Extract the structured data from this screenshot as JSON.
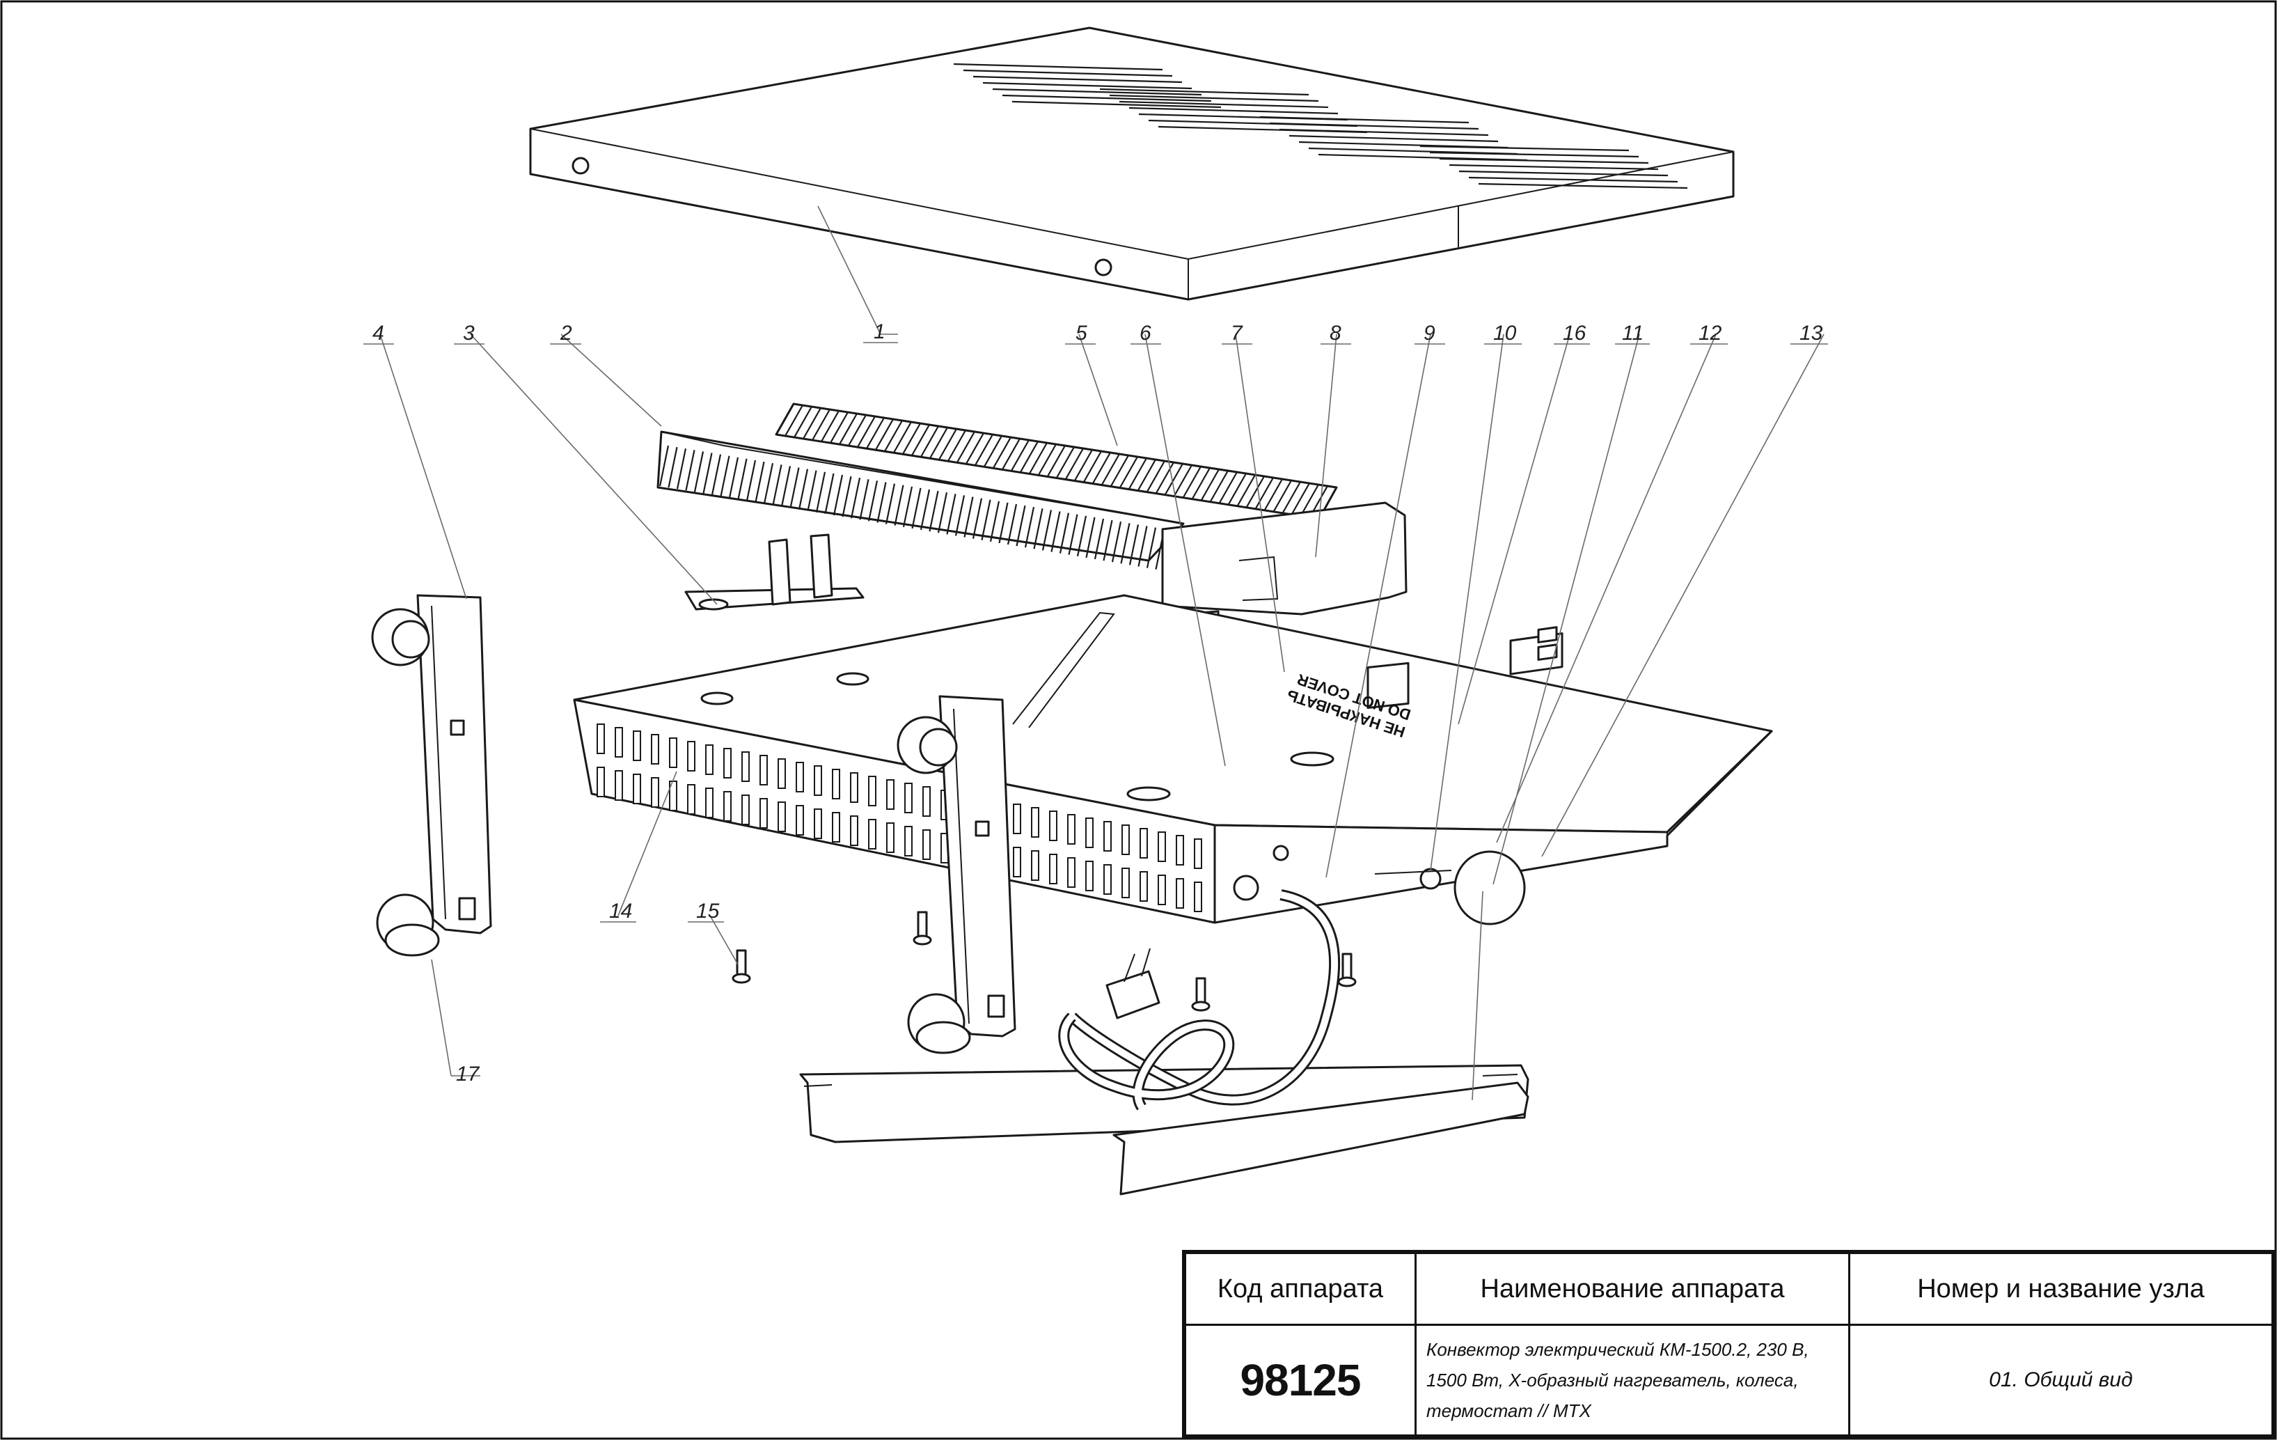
{
  "drawing": {
    "callouts": [
      "1",
      "2",
      "3",
      "4",
      "5",
      "6",
      "7",
      "8",
      "9",
      "10",
      "16",
      "11",
      "12",
      "13",
      "14",
      "15",
      "17"
    ],
    "stamp_lines": [
      "НЕ НАКРЫВАТЬ",
      "DO NOT COVER"
    ]
  },
  "title_block": {
    "headers": {
      "code": "Код аппарата",
      "name": "Наименование аппарата",
      "node": "Номер и название узла"
    },
    "code_value": "98125",
    "name_value": "Конвектор электрический КМ-1500.2, 230 В, 1500 Вт, Х-образный нагреватель, колеса, термостат // МТХ",
    "node_value": "01. Общий вид"
  }
}
